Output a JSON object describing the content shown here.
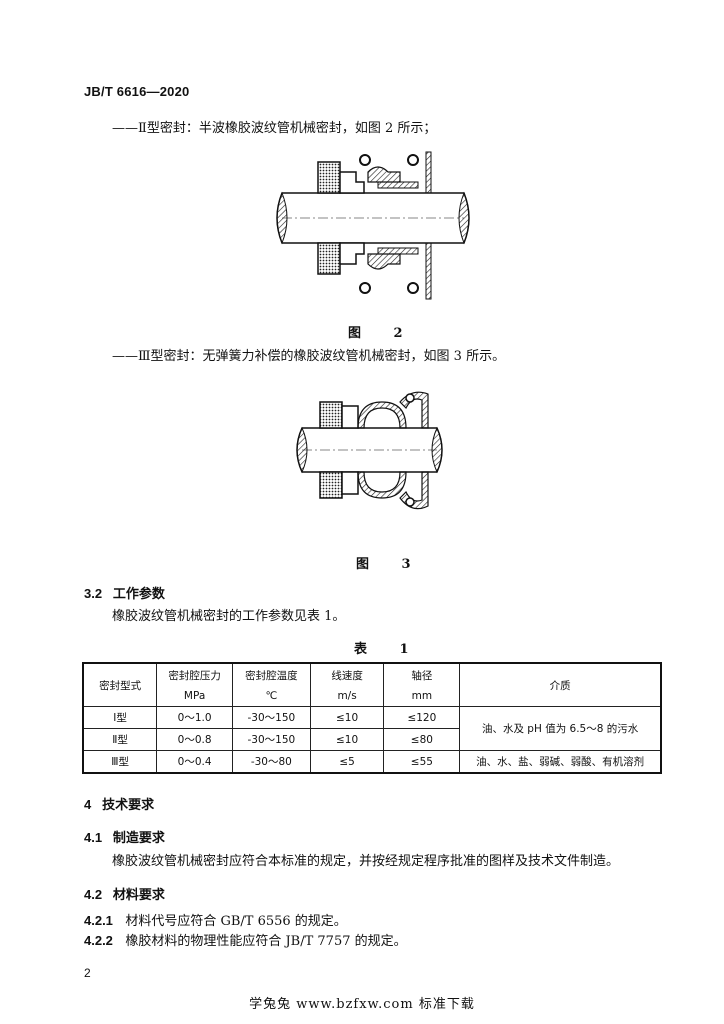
{
  "header": {
    "std_code": "JB/T 6616—2020"
  },
  "para_type2": "——Ⅱ型密封：半波橡胶波纹管机械密封，如图 2 所示；",
  "fig2_caption": "图 2",
  "para_type3": "——Ⅲ型密封：无弹簧力补偿的橡胶波纹管机械密封，如图 3 所示。",
  "fig3_caption": "图 3",
  "sec_3_2": {
    "num": "3.2",
    "title": "工作参数"
  },
  "sec_3_2_text": "橡胶波纹管机械密封的工作参数见表 1。",
  "table_caption": "表 1",
  "table": {
    "headers": {
      "type": "密封型式",
      "pressure_1": "密封腔压力",
      "pressure_2": "MPa",
      "temp_1": "密封腔温度",
      "temp_2": "℃",
      "speed_1": "线速度",
      "speed_2": "m/s",
      "shaft_1": "轴径",
      "shaft_2": "mm",
      "medium": "介质"
    },
    "rows": [
      {
        "type": "Ⅰ型",
        "pressure": "0～1.0",
        "temp": "-30～150",
        "speed": "≤10",
        "shaft": "≤120"
      },
      {
        "type": "Ⅱ型",
        "pressure": "0～0.8",
        "temp": "-30～150",
        "speed": "≤10",
        "shaft": "≤80"
      },
      {
        "type": "Ⅲ型",
        "pressure": "0～0.4",
        "temp": "-30～80",
        "speed": "≤5",
        "shaft": "≤55"
      }
    ],
    "medium_12": "油、水及 pH 值为 6.5～8 的污水",
    "medium_3": "油、水、盐、弱碱、弱酸、有机溶剂"
  },
  "sec_4": {
    "num": "4",
    "title": "技术要求"
  },
  "sec_4_1": {
    "num": "4.1",
    "title": "制造要求"
  },
  "sec_4_1_text": "橡胶波纹管机械密封应符合本标准的规定，并按经规定程序批准的图样及技术文件制造。",
  "sec_4_2": {
    "num": "4.2",
    "title": "材料要求"
  },
  "sec_4_2_1": {
    "num": "4.2.1",
    "text": "材料代号应符合 GB/T 6556 的规定。"
  },
  "sec_4_2_2": {
    "num": "4.2.2",
    "text": "橡胶材料的物理性能应符合 JB/T 7757 的规定。"
  },
  "page_number": "2",
  "footer_text": "学兔兔 www.bzfxw.com 标准下载"
}
